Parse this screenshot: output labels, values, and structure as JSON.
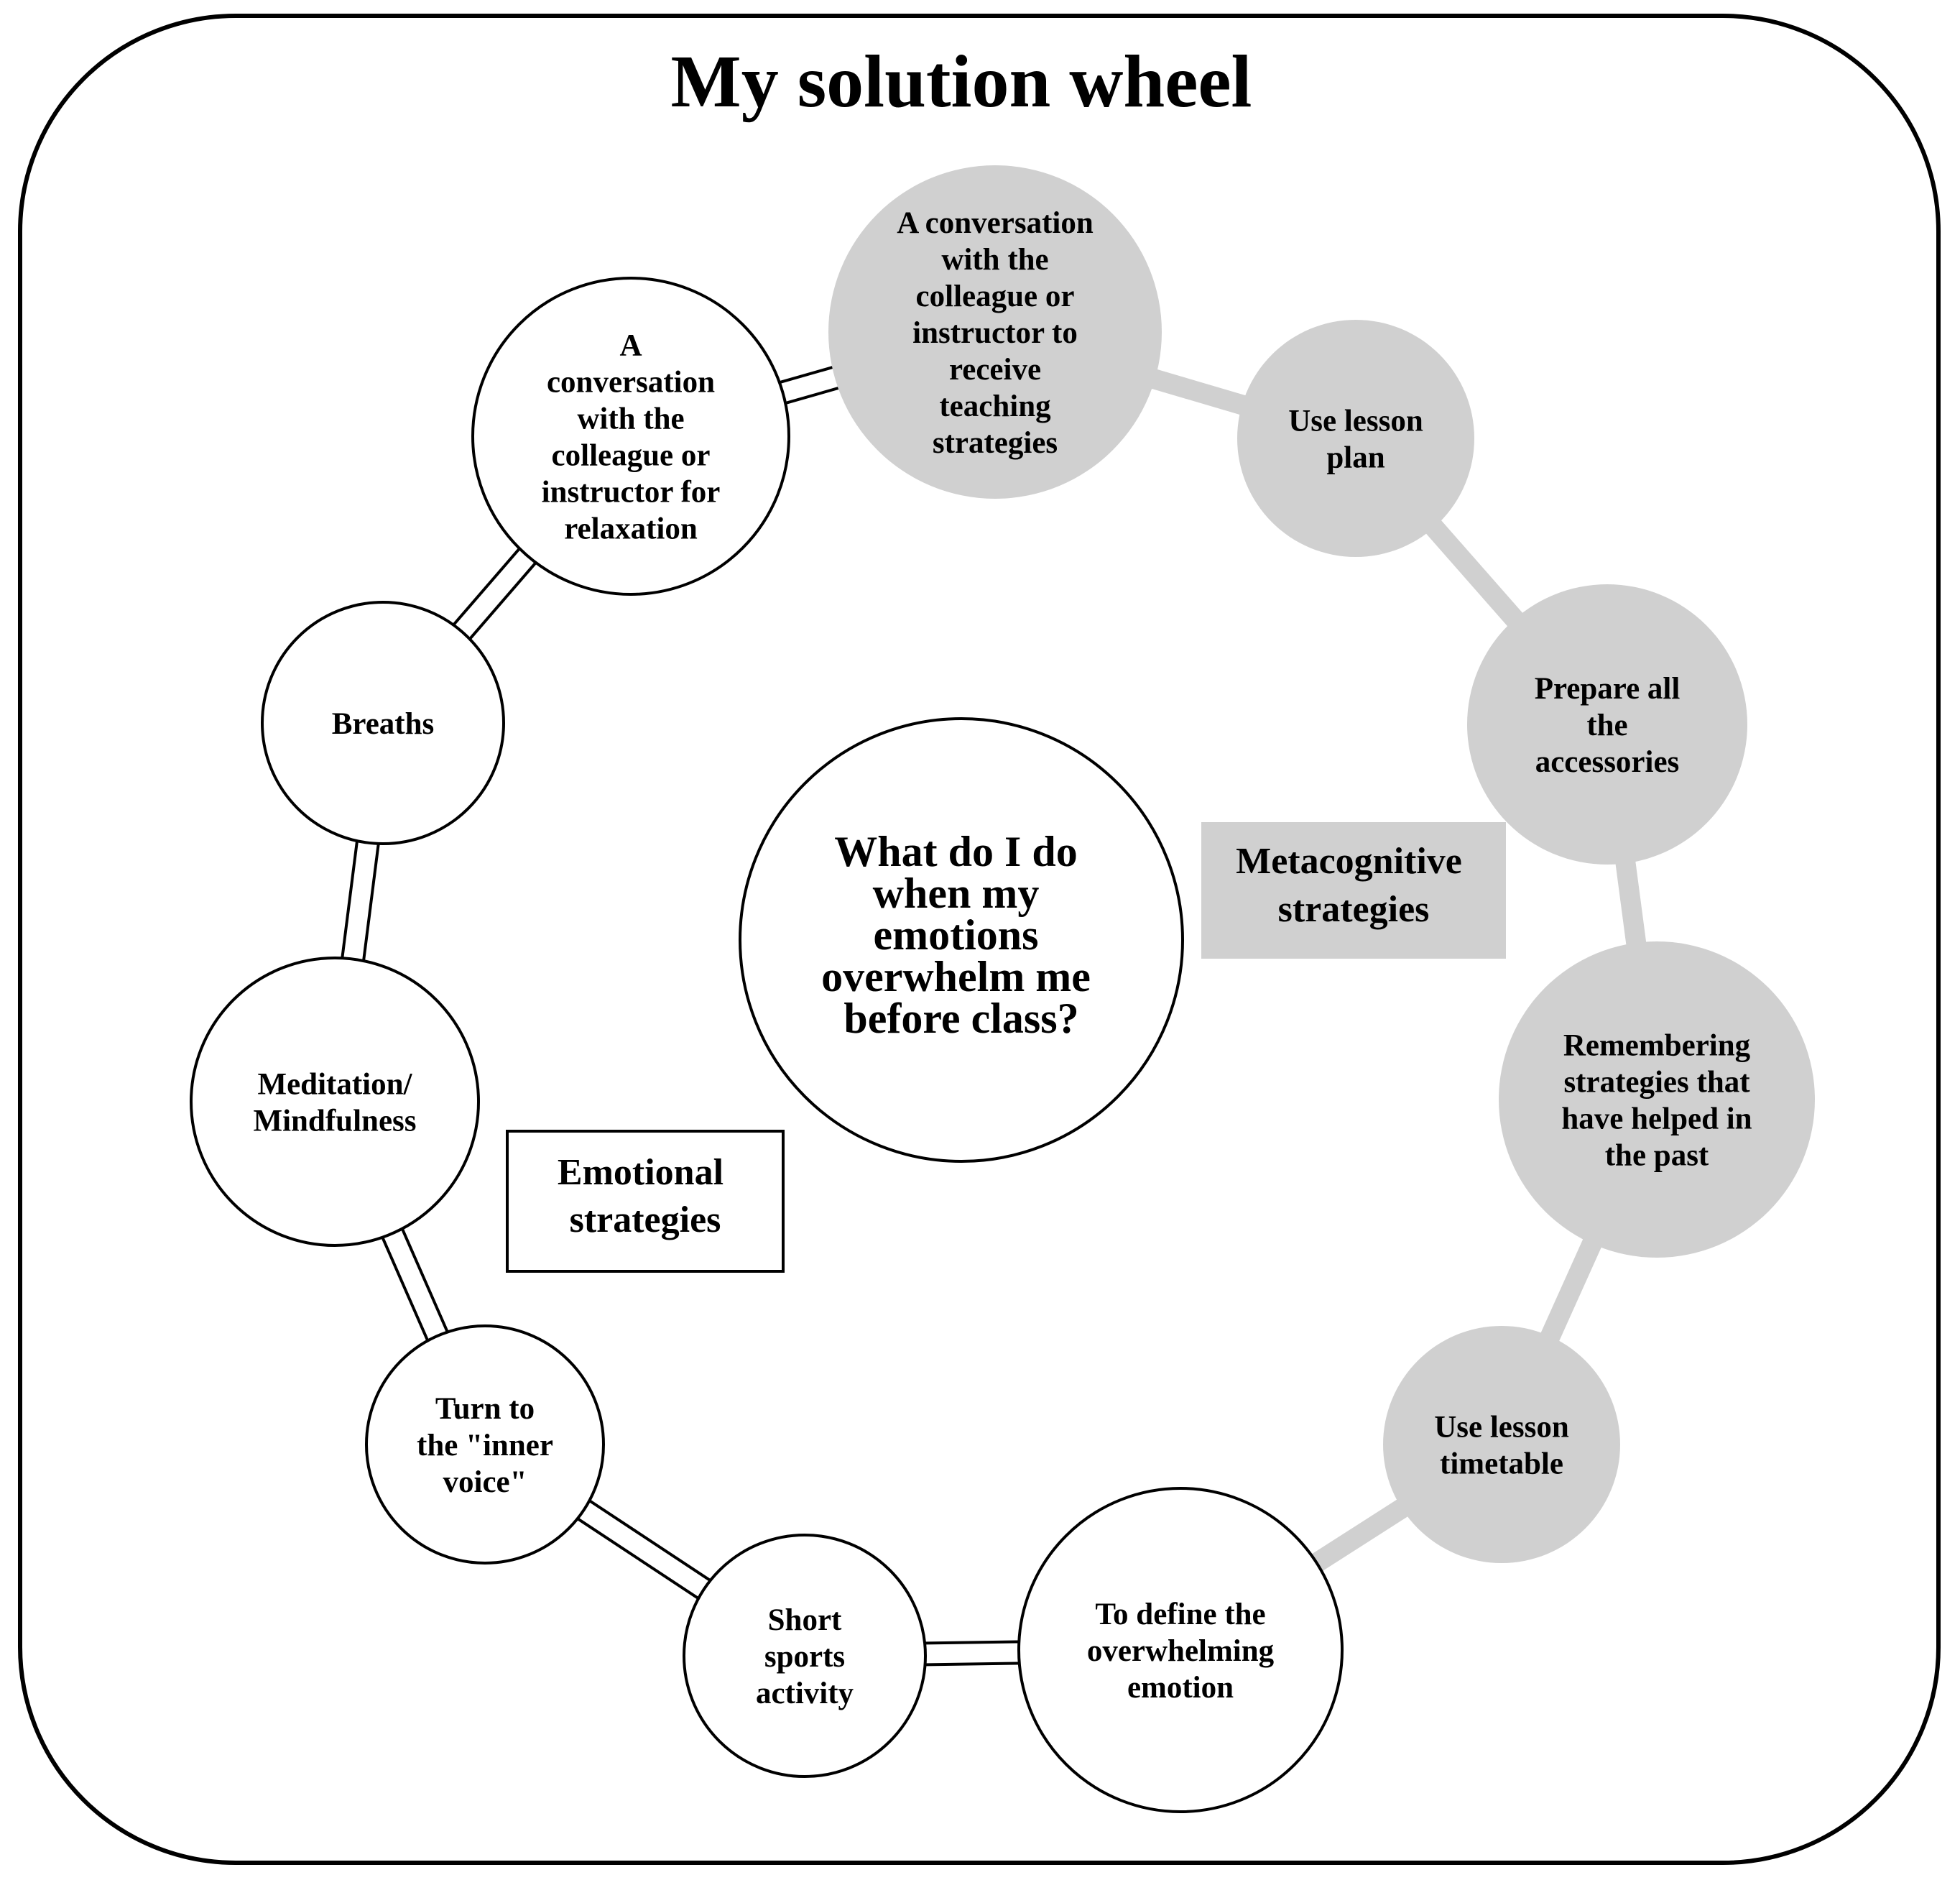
{
  "title": "My solution wheel",
  "center": {
    "lines": [
      "What do I do",
      "when my",
      "emotions",
      "overwhelm me",
      "before class?"
    ]
  },
  "labels": {
    "emotional": [
      "Emotional",
      "strategies"
    ],
    "metacognitive": [
      "Metacognitive",
      "strategies"
    ]
  },
  "nodes": [
    {
      "id": "conversation-relaxation",
      "group": "emotional",
      "lines": [
        "A",
        "conversation",
        "with the",
        "colleague or",
        "instructor for",
        "relaxation"
      ]
    },
    {
      "id": "conversation-teaching",
      "group": "metacognitive",
      "lines": [
        "A conversation",
        "with the",
        "colleague or",
        "instructor to",
        "receive",
        "teaching",
        "strategies"
      ]
    },
    {
      "id": "use-lesson-plan",
      "group": "metacognitive",
      "lines": [
        "Use lesson",
        "plan"
      ]
    },
    {
      "id": "prepare-accessories",
      "group": "metacognitive",
      "lines": [
        "Prepare all",
        "the",
        "accessories"
      ]
    },
    {
      "id": "remembering-strategies",
      "group": "metacognitive",
      "lines": [
        "Remembering",
        "strategies that",
        "have helped in",
        "the past"
      ]
    },
    {
      "id": "use-lesson-timetable",
      "group": "metacognitive",
      "lines": [
        "Use lesson",
        "timetable"
      ]
    },
    {
      "id": "define-emotion",
      "group": "emotional",
      "lines": [
        "To define the",
        "overwhelming",
        "emotion"
      ]
    },
    {
      "id": "short-sports",
      "group": "emotional",
      "lines": [
        "Short",
        "sports",
        "activity"
      ]
    },
    {
      "id": "inner-voice",
      "group": "emotional",
      "lines": [
        "Turn to",
        "the \"inner",
        "voice\""
      ]
    },
    {
      "id": "meditation",
      "group": "emotional",
      "lines": [
        "Meditation/",
        "Mindfulness"
      ]
    },
    {
      "id": "breaths",
      "group": "emotional",
      "lines": [
        "Breaths"
      ]
    }
  ],
  "colors": {
    "emotional_fill": "#ffffff",
    "metacognitive_fill": "#d0d0d0",
    "stroke": "#000000",
    "gray_connector": "#d0d0d0"
  }
}
